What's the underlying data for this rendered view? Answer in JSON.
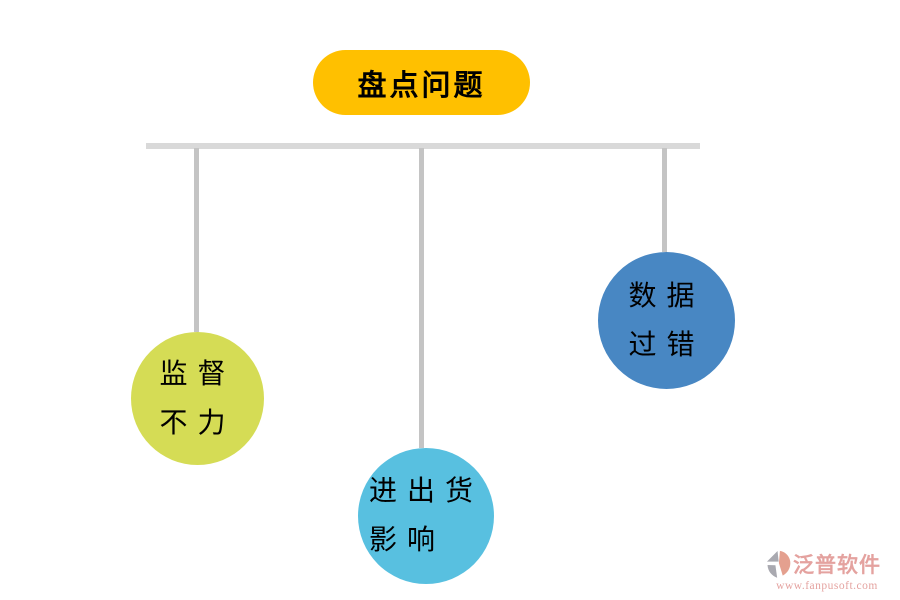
{
  "diagram": {
    "root": {
      "label": "盘点问题",
      "bg_color": "#FFC000",
      "text_color": "#000000"
    },
    "connector_colors": {
      "horizontal": "#D9D9D9",
      "vertical": "#C4C4C4"
    },
    "nodes": [
      {
        "name": "supervision-weak",
        "line1": "监督",
        "line2": "不力",
        "bg_color": "#D5DC55"
      },
      {
        "name": "in-out-goods-impact",
        "line1": "进出货",
        "line2": "影响",
        "bg_color": "#58C0E0"
      },
      {
        "name": "data-errors",
        "line1": "数据",
        "line2": "过错",
        "bg_color": "#4887C3"
      }
    ]
  },
  "watermark": {
    "brand": "泛普软件",
    "url": "www.fanpusoft.com",
    "text_color": "#E0928F",
    "logo_gray": "#9B9BA3",
    "logo_salmon": "#E0907C"
  }
}
